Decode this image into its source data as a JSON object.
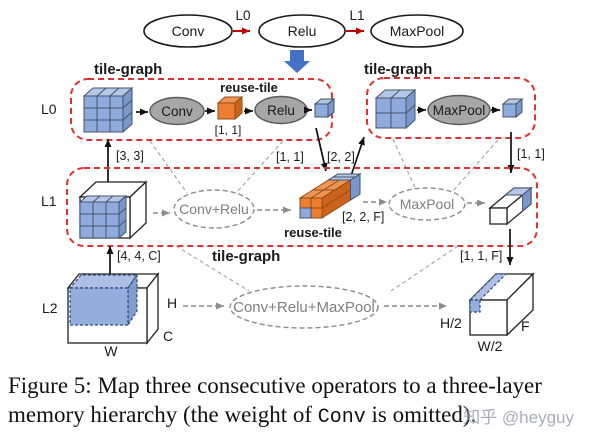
{
  "operator_graph": {
    "nodes": [
      "Conv",
      "Relu",
      "MaxPool"
    ],
    "edges": [
      "L0",
      "L1"
    ]
  },
  "levels": [
    "L0",
    "L1",
    "L2"
  ],
  "tile_graph_label": "tile-graph",
  "reuse_tile_label": "reuse-tile",
  "l0_left": {
    "op1": "Conv",
    "op2": "Relu",
    "tile": "[1, 1]"
  },
  "l0_right": {
    "op": "MaxPool"
  },
  "l1": {
    "fused_left": "Conv+Relu",
    "fused_right": "MaxPool",
    "tile": "[2, 2, F]"
  },
  "l2": {
    "fused": "Conv+Relu+MaxPool"
  },
  "transfers": {
    "l1_to_l0_left": "[3, 3]",
    "l0_left_to_l1": "[1, 1]",
    "l1_to_l0_right": "[2, 2]",
    "l0_right_to_l1": "[1, 1]",
    "l2_to_l1": "[4, 4, C]",
    "l1_to_l2": "[1, 1, F]"
  },
  "dims": {
    "h": "H",
    "w": "W",
    "c": "C",
    "h_half": "H/2",
    "w_half": "W/2",
    "f": "F"
  },
  "colors": {
    "tile_box_red": "#e03131",
    "graph_edge_red": "#c00000",
    "tile_blue": "#8faadc",
    "reuse_orange": "#ed7d31",
    "flow_arrow_blue": "#4472c4"
  },
  "caption": {
    "line1": "Figure 5: Map three consecutive operators to a three-layer",
    "line2_pre": "memory hierarchy (the weight of ",
    "line2_code": "Conv",
    "line2_post": " is omitted)."
  },
  "watermark": "知乎 @heyguy"
}
